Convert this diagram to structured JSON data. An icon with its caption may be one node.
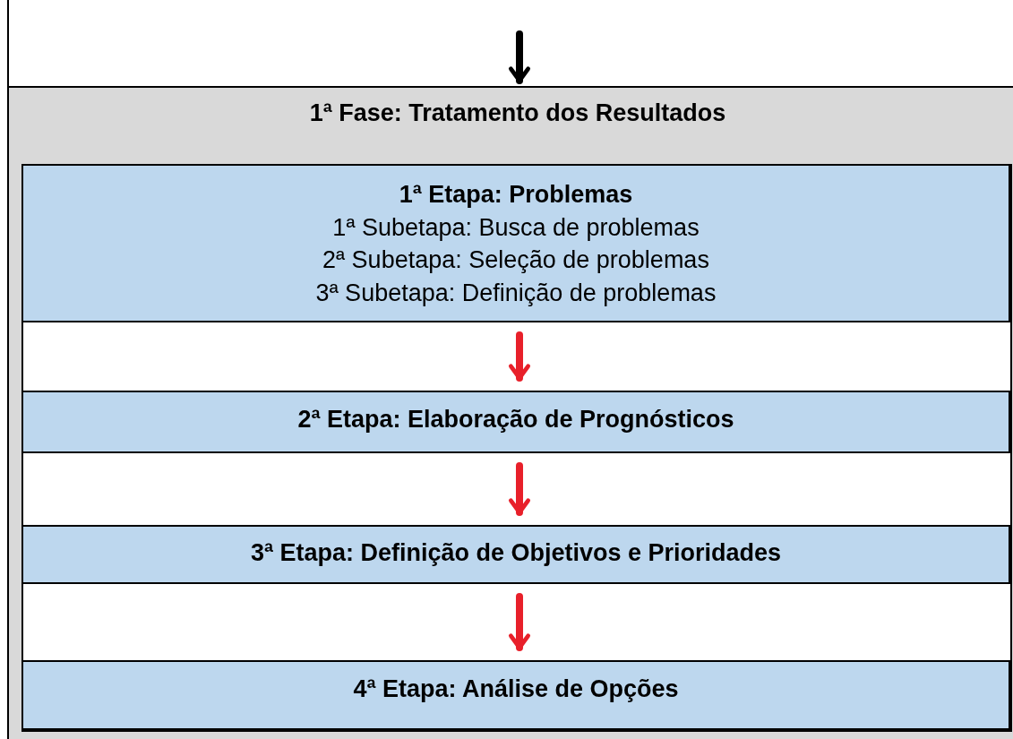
{
  "diagram": {
    "nodes": [
      {
        "text": [
          "1ª Fase: Tratamento dos Resultados"
        ]
      },
      {
        "text": [
          "1ª Etapa: Problemas",
          "1ª Subetapa: Busca de problemas",
          "2ª Subetapa: Seleção de problemas",
          "3ª Subetapa: Definição de problemas"
        ],
        "in": 0
      },
      {
        "text": [
          "2ª Etapa: Elaboração de Prognósticos"
        ],
        "in": 0
      },
      {
        "text": [
          "3ª Etapa: Definição de Objetivos e Prioridades"
        ],
        "in": 0
      },
      {
        "text": [
          "4ª Etapa: Análise de Opções"
        ],
        "in": 0
      }
    ],
    "edges": [
      {
        "from": null,
        "to": 0,
        "arrow": "to",
        "color": "#000000"
      },
      {
        "from": 1,
        "to": 2,
        "arrow": "to"
      },
      {
        "from": 2,
        "to": 3,
        "arrow": "to"
      },
      {
        "from": 3,
        "to": 4,
        "arrow": "to"
      }
    ]
  }
}
